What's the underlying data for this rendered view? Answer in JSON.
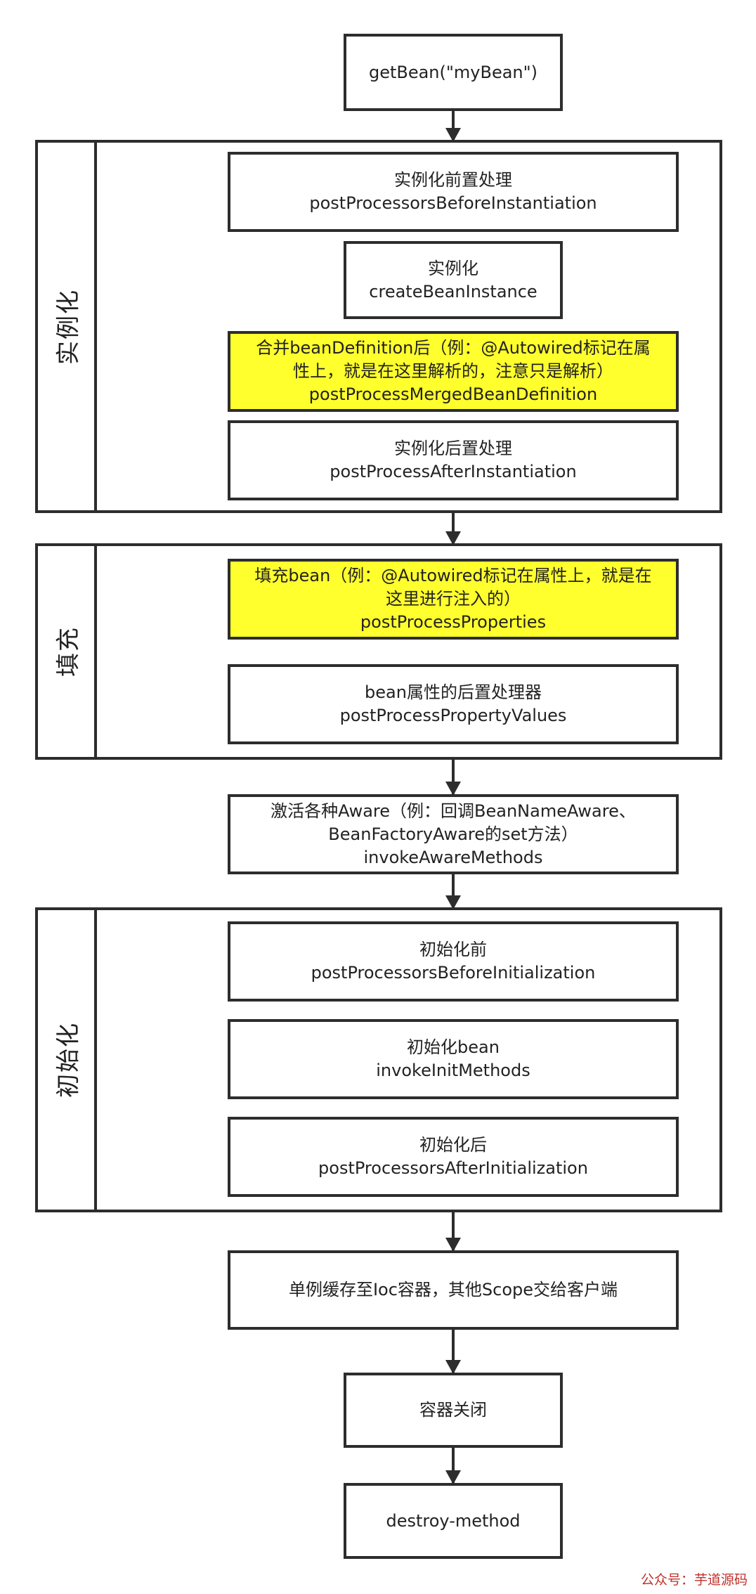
{
  "nodes": {
    "get_bean": [
      "getBean(\"myBean\")"
    ],
    "pre_instantiation": [
      "实例化前置处理",
      "postProcessorsBeforeInstantiation"
    ],
    "create_instance": [
      "实例化",
      "createBeanInstance"
    ],
    "merged_definition": [
      "合并beanDefinition后（例：@Autowired标记在属",
      "性上，就是在这里解析的，注意只是解析）",
      "postProcessMergedBeanDefinition"
    ],
    "post_instantiation": [
      "实例化后置处理",
      "postProcessAfterInstantiation"
    ],
    "populate_bean": [
      "填充bean（例：@Autowired标记在属性上，就是在",
      "这里进行注入的）",
      "postProcessProperties"
    ],
    "property_values": [
      "bean属性的后置处理器",
      "postProcessPropertyValues"
    ],
    "aware": [
      "激活各种Aware（例：回调BeanNameAware、",
      "BeanFactoryAware的set方法）",
      "invokeAwareMethods"
    ],
    "before_init": [
      "初始化前",
      "postProcessorsBeforeInitialization"
    ],
    "init_bean": [
      "初始化bean",
      "invokeInitMethods"
    ],
    "after_init": [
      "初始化后",
      "postProcessorsAfterInitialization"
    ],
    "singleton_cache": [
      "单例缓存至Ioc容器，其他Scope交给客户端"
    ],
    "container_close": [
      "容器关闭"
    ],
    "destroy": [
      "destroy-method"
    ]
  },
  "groups": {
    "instantiation": "实例化",
    "populate": "填充",
    "initialization": "初始化"
  },
  "watermark": "公众号：芋道源码",
  "colors": {
    "highlight": "#ffff2e",
    "border": "#2d2d2d",
    "watermark": "#c0302a"
  }
}
